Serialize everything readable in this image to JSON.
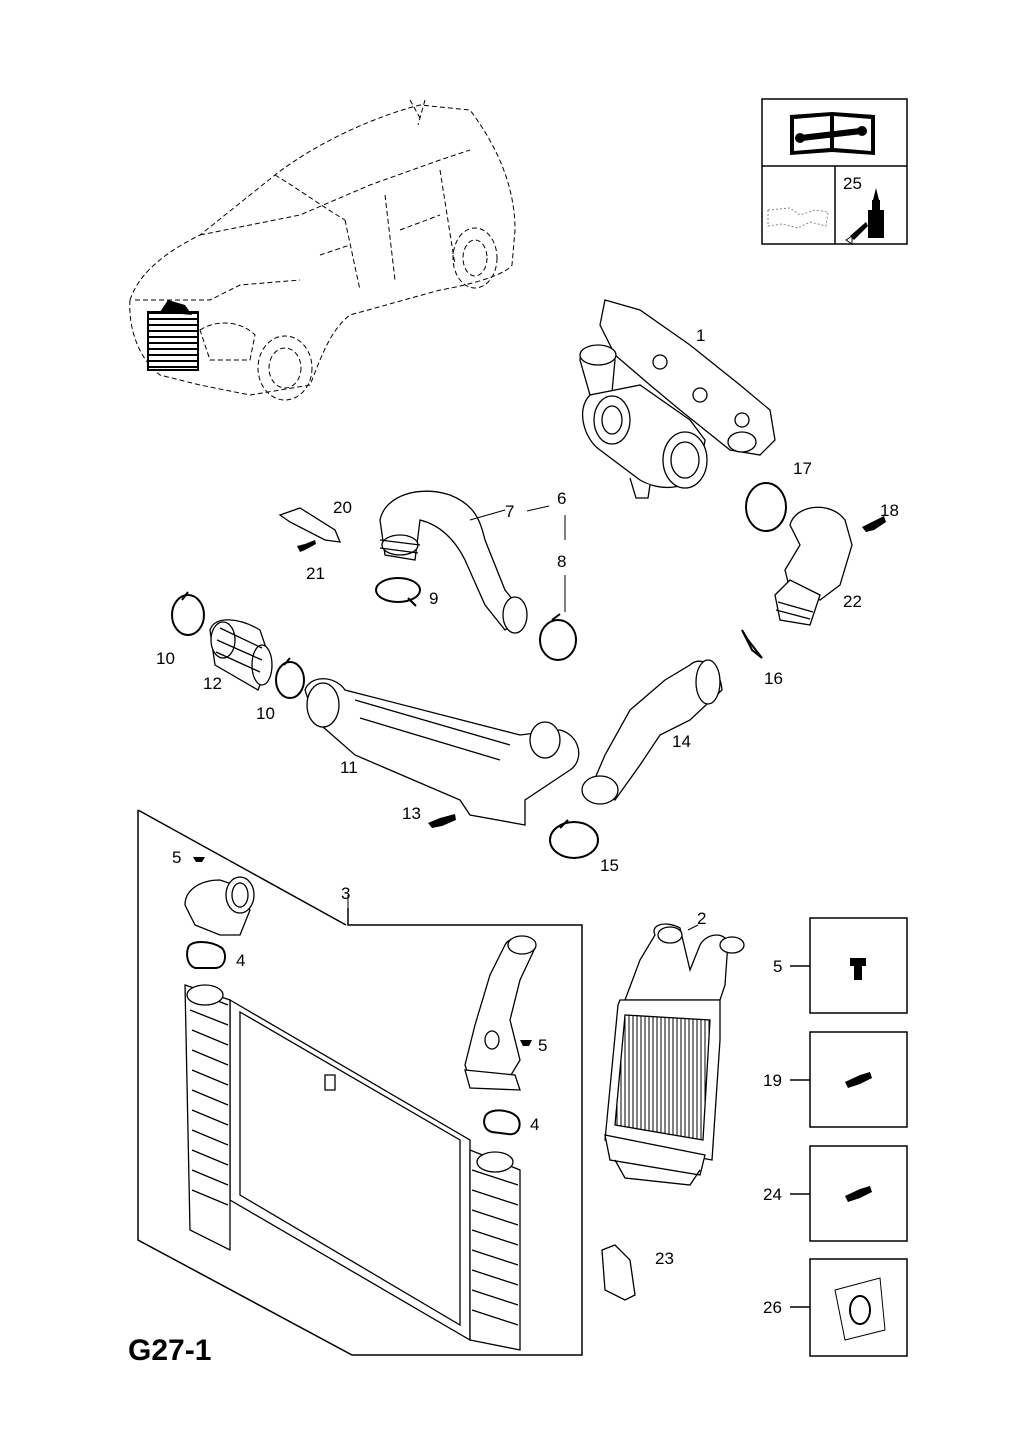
{
  "diagram": {
    "title": "G27-1",
    "callouts": {
      "c1": "1",
      "c2": "2",
      "c3": "3",
      "c4a": "4",
      "c4b": "4",
      "c5a": "5",
      "c5b": "5",
      "c5c": "5",
      "c6": "6",
      "c7": "7",
      "c8": "8",
      "c9": "9",
      "c10a": "10",
      "c10b": "10",
      "c11": "11",
      "c12": "12",
      "c13": "13",
      "c14": "14",
      "c15": "15",
      "c16": "16",
      "c17": "17",
      "c18": "18",
      "c19": "19",
      "c20": "20",
      "c21": "21",
      "c22": "22",
      "c23": "23",
      "c24": "24",
      "c25": "25",
      "c26": "26"
    },
    "icons": {
      "manual": "service-manual-icon",
      "sealant": "sealant-bottle-icon",
      "gasket": "gasket-icon"
    }
  }
}
